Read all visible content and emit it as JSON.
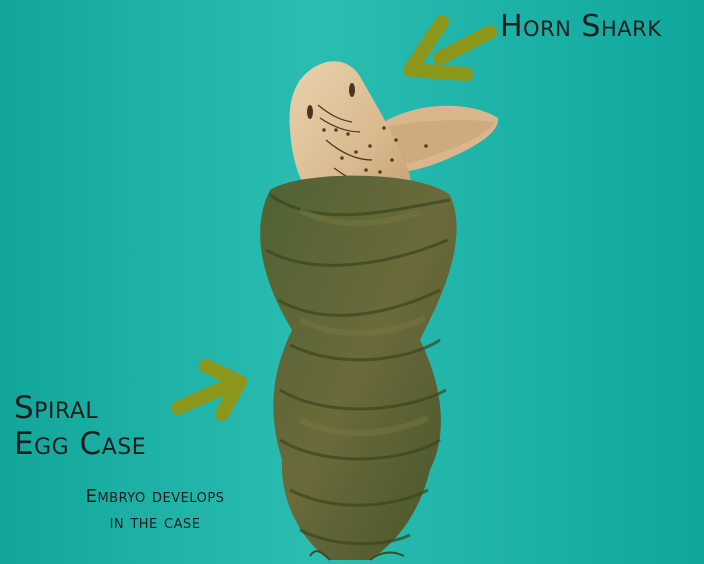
{
  "labels": {
    "shark": "Horn Shark",
    "egg_case_line1": "Spiral",
    "egg_case_line2": "Egg Case",
    "embryo_line1": "Embryo develops",
    "embryo_line2": "in the case"
  },
  "colors": {
    "background": "#13aa9f",
    "background_light": "#3cc6bc",
    "arrow": "#8c961a",
    "egg_case": "#5c6a35",
    "egg_case_dark": "#3e4a23",
    "shark_skin": "#e4c9a2",
    "shark_shadow": "#c9a47a",
    "text": "#1d1d1d"
  },
  "icons": {
    "arrow_to_shark": "arrow-icon",
    "arrow_to_case": "arrow-icon"
  }
}
